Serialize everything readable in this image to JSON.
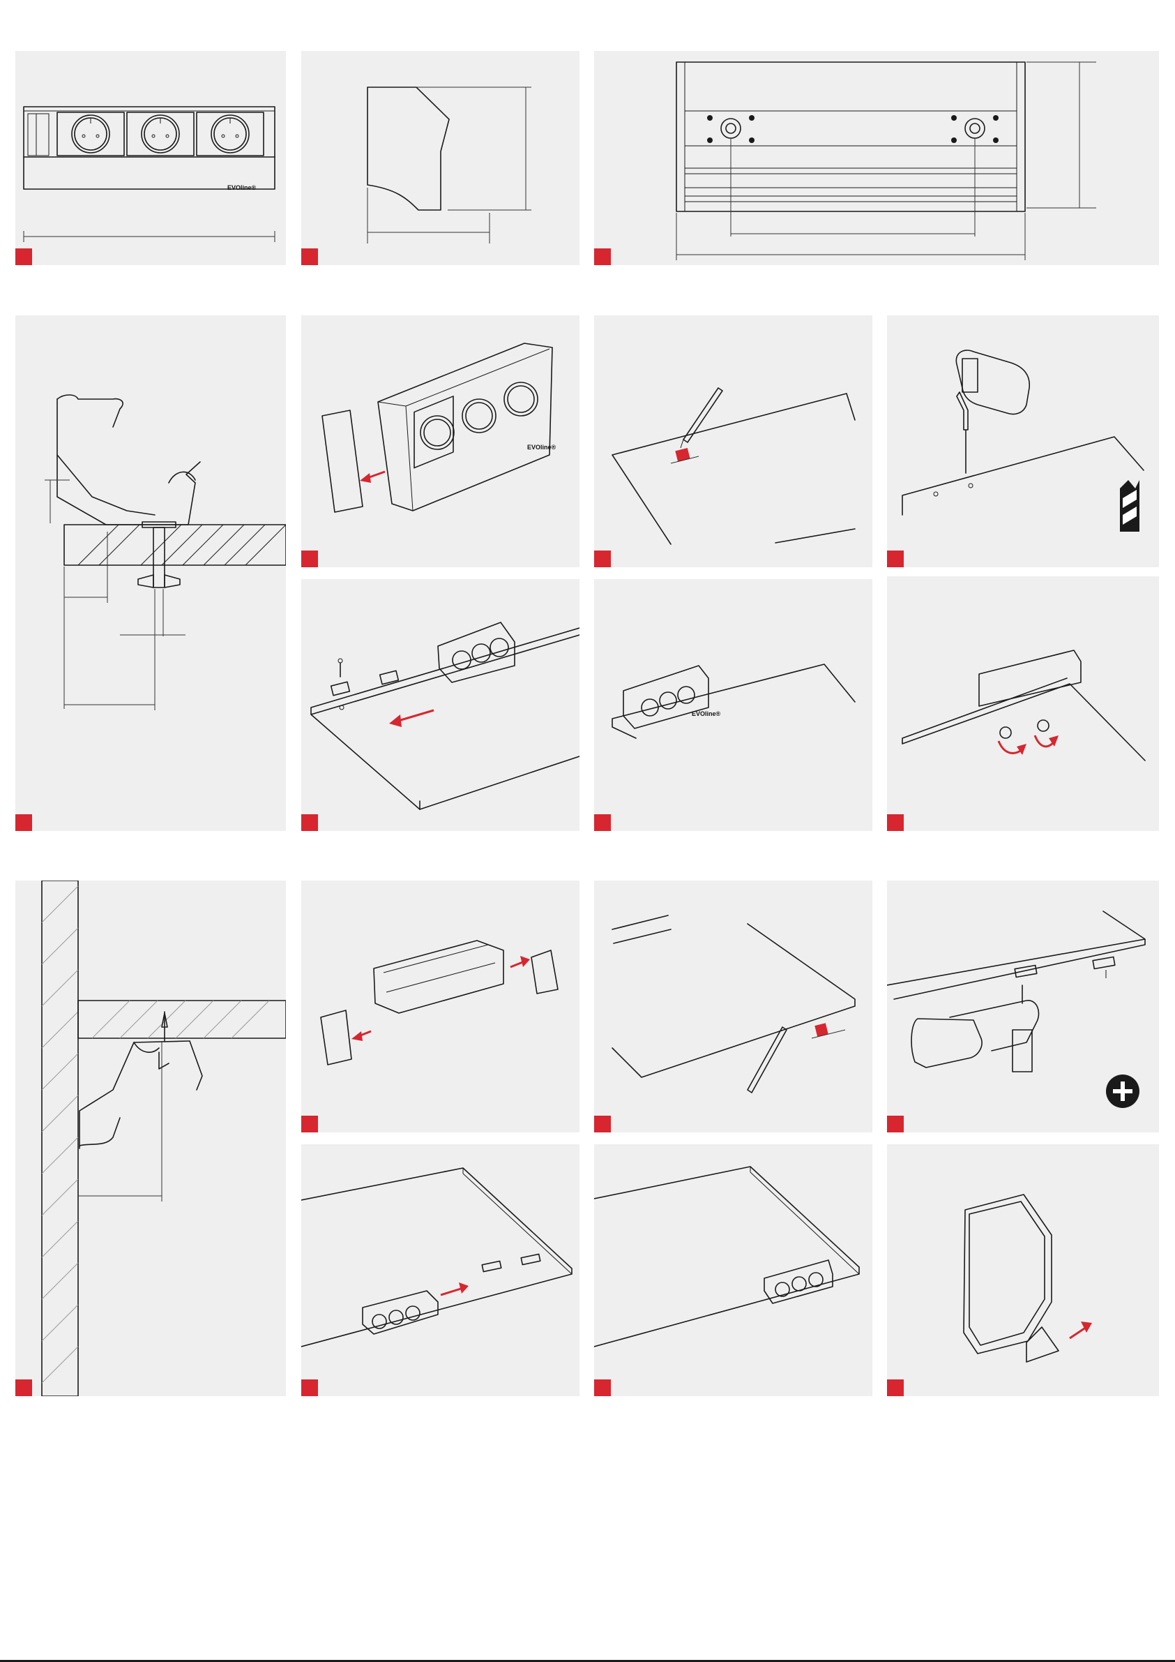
{
  "document": {
    "type": "installation-instructions",
    "accent_color": "#d7262f",
    "panel_background": "#efefef",
    "brand_mark": "EVOline®"
  },
  "panels": [
    {
      "id": "p1",
      "icon": "socket-unit-front-dimension-icon"
    },
    {
      "id": "p2",
      "icon": "end-cap-profile-dimension-icon"
    },
    {
      "id": "p3",
      "icon": "mounting-rear-dimension-icon"
    },
    {
      "id": "p4",
      "icon": "top-mount-section-icon"
    },
    {
      "id": "p5",
      "icon": "remove-end-cap-icon"
    },
    {
      "id": "p6",
      "icon": "mark-position-icon"
    },
    {
      "id": "p7",
      "icon": "drill-hole-icon"
    },
    {
      "id": "p8",
      "icon": "place-bracket-icon"
    },
    {
      "id": "p9",
      "icon": "unit-placed-icon"
    },
    {
      "id": "p10",
      "icon": "tighten-screws-icon"
    },
    {
      "id": "p11",
      "icon": "under-mount-section-icon"
    },
    {
      "id": "p12",
      "icon": "remove-both-caps-icon"
    },
    {
      "id": "p13",
      "icon": "mark-underside-icon"
    },
    {
      "id": "p14",
      "icon": "screw-bracket-icon"
    },
    {
      "id": "p15",
      "icon": "slide-unit-icon"
    },
    {
      "id": "p16",
      "icon": "unit-mounted-under-icon"
    },
    {
      "id": "p17",
      "icon": "attach-end-cap-icon"
    }
  ]
}
